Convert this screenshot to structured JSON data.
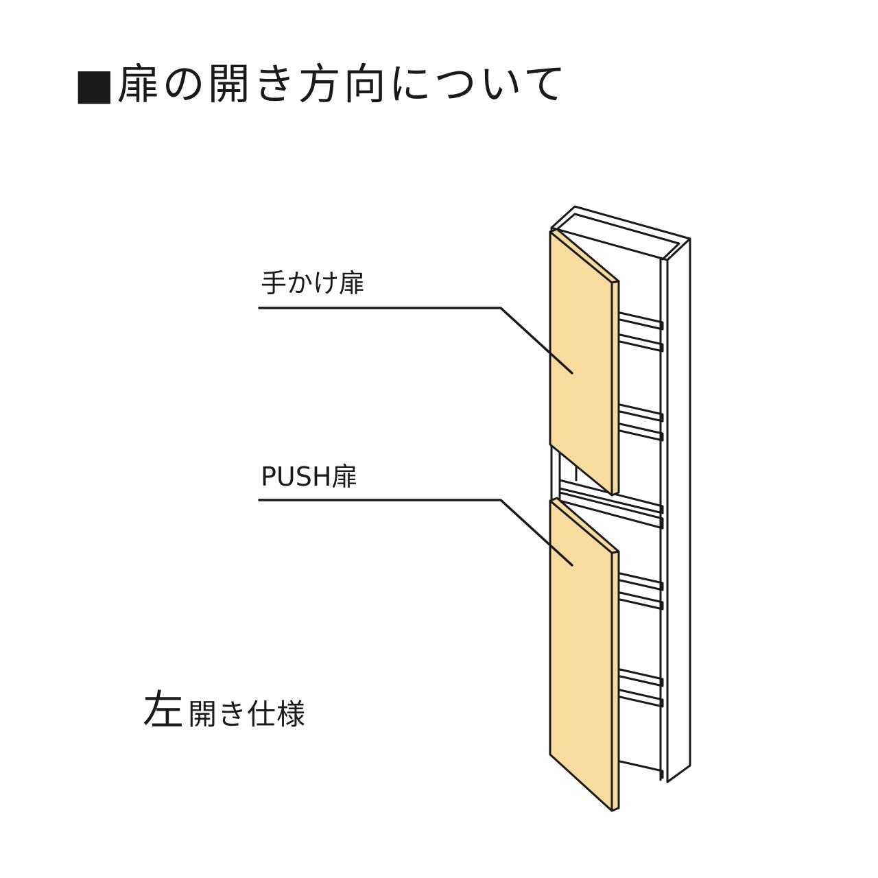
{
  "title": "■扉の開き方向について",
  "labels": {
    "top_door": "手かけ扉",
    "bottom_door": "PUSH扉"
  },
  "spec": {
    "direction": "左",
    "suffix": "開き仕様"
  },
  "colors": {
    "door_fill": "#f8db9f",
    "line": "#1a1a1a",
    "background": "#ffffff"
  }
}
